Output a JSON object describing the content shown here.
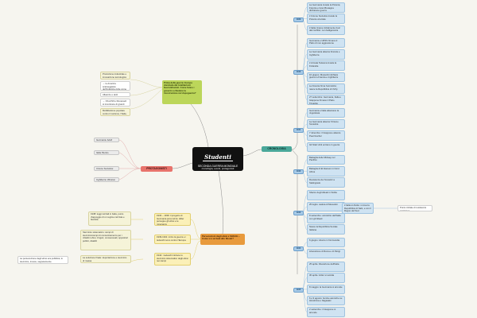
{
  "central": {
    "logo": "Studenti",
    "title": "SECONDA GUERRA MONDIALE",
    "subtitle": "cronologia, eventi, protagonisti"
  },
  "labels": {
    "cronologia": "CRONOLOGIA",
    "protagonisti": "PROTAGONISTI",
    "cause": "Prima della guerra: Europa dominata dai totalitarismi fascisti/nazisti. Come fanno i governi a chiedere la ricostruzione nel dopoguerra?",
    "persecuzioni": "Persecuzioni degli ebrei e SHOAH – Come si è arrivati allo Shoah?"
  },
  "cause_items": [
    "Produzione industriale e innovazione tecnologica",
    "→ le America scarseggiava dell'industria civile come spediato dell'industria militare",
    "Alleanze e aiuti",
    "→ Churchill e Roosevelt si incontrano di grandi generali",
    "Mobilitazione popolare contro il nazismo, l'Italia, l'aggressione"
  ],
  "protagonisti": [
    "Germania: Adolf Hitler",
    "Italia: Benito Mussolini",
    "Unione Sovietica: Iosif Stalin",
    "Inghilterra: Winston Churchill"
  ],
  "persecuzioni_left": [
    "1938: leggi razziali in Italia, punto d'appoggio di un regime razzista e fascista",
    "Sterminio sistematico: campi di sterminio/campi di concentramento per i cittadini ebrei, zingari, omosessuali, oppositori politici, disabili",
    "La soluzione finale: deportazione e sterminio di massa"
  ],
  "persecuzioni_right": [
    "1933 – 1939: il progetto di Germania pura razza: Hitler persegue gli ebrei e le minoranze",
    "1939-1941: inizio la guerra e i tedeschi sono contro l'Europa",
    "1942: i tedeschi iniziano lo sterminio sistematico degli ebrei nei campi"
  ],
  "persecuzioni_note": "La persecuzione degli ebrei era pubblica; lo sterminio, invece, segretamente",
  "cronologia": [
    {
      "year": "1939",
      "items": [
        "La Germania invade la Polonia; Francia e Gran Bretagna dichiarano guerra",
        "L'Unione Sovietica invade la Polonia orientale",
        "L'Italia rimane inizialmente fuori dal conflitto: non belligeranza"
      ]
    },
    {
      "year": "1940",
      "items": [
        "Germania e URSS firmano il Patto di non aggressione",
        "La Germania attacca Francia e Inghilterra",
        "L'Armata Tedesca invade la Finlandia",
        "10 giugno: Mussolini dichiara guerra a Francia e Inghilterra",
        "La Francia firma l'armistizio; nasce la Repubblica di Vichy",
        "27 settembre: Germania, Italia e Giappone firmano il Patto Tripartito"
      ]
    },
    {
      "year": "1941",
      "items": [
        "Germania e Italia attaccano la Jugoslavia",
        "La Germania attacca l'Unione Sovietica",
        "7 dicembre: il Giappone attacca Pearl Harbor",
        "Gli Stati Uniti entrano in guerra"
      ]
    },
    {
      "year": "1942",
      "items": [
        "Battaglia delle Midway nel Pacifico",
        "Battaglia di El Alamein in Nord Africa",
        "Resistenza dei Sovietici a Stalingrado"
      ]
    },
    {
      "year": "1943",
      "items": [
        "Sbarco degli Alleati in Sicilia",
        "25 luglio: caduta di Mussolini",
        "8 settembre: armistizio dell'Italia con gli Alleati",
        "Nasce la Repubblica Sociale Italiana"
      ]
    },
    {
      "year": "1944",
      "items": [
        "6 giugno: sbarco in Normandia",
        "Liberazione di Roma e di Parigi"
      ]
    },
    {
      "year": "1945",
      "items": [
        "25 aprile: liberazione dell'Italia",
        "30 aprile: Hitler si suicida",
        "8 maggio: la Germania si arrende",
        "6 e 9 agosto: bombe atomiche su Hiroshima e Nagasaki",
        "2 settembre: il Giappone si arrende"
      ]
    }
  ],
  "cronologia_side": {
    "box": "L'Italia si divide: si crea la Repubblica di Salò, e con il Regno del Sud",
    "note": "Punto iniziale di resistenza partigiana"
  }
}
